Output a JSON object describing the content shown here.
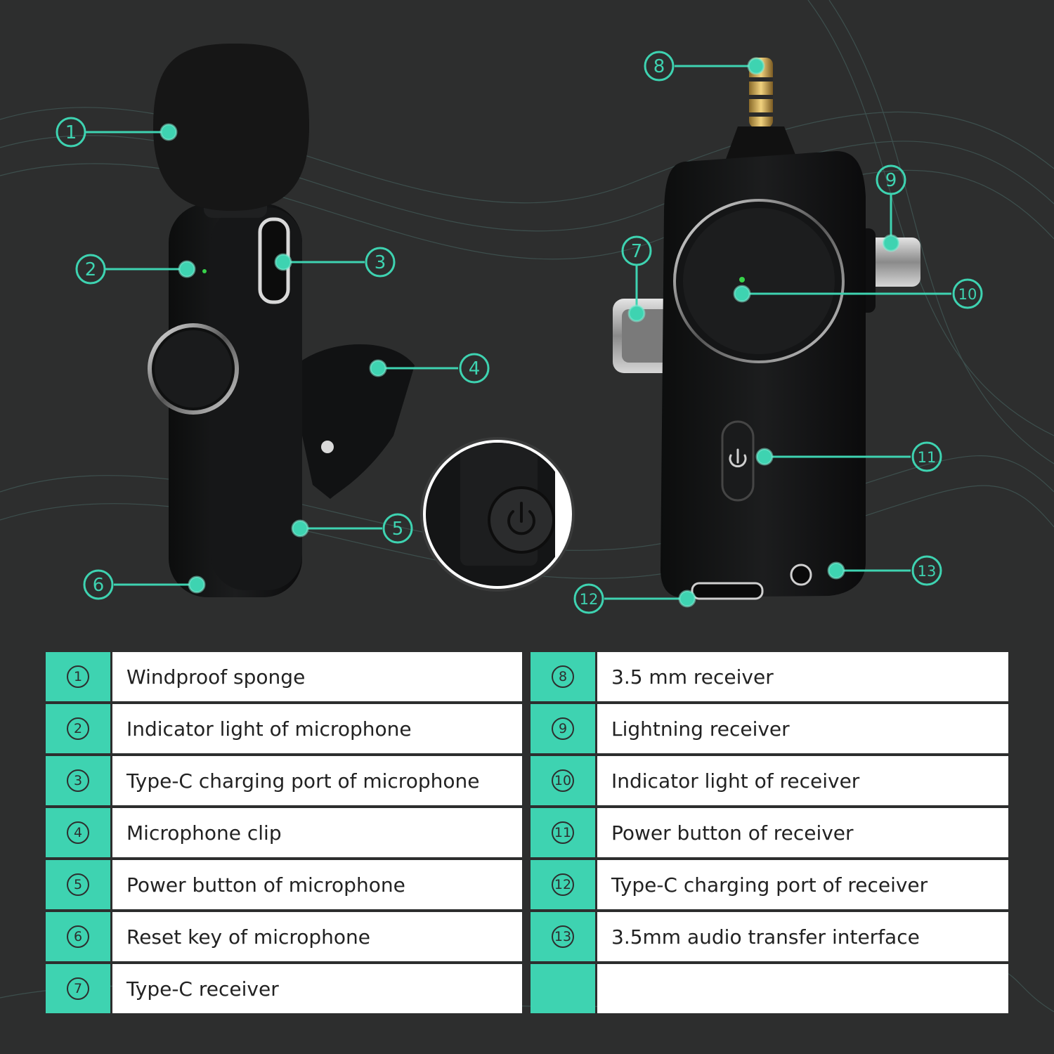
{
  "callouts": [
    "1",
    "2",
    "3",
    "4",
    "5",
    "6",
    "7",
    "8",
    "9",
    "10",
    "11",
    "12",
    "13"
  ],
  "legend_left": [
    {
      "num": "1",
      "label": "Windproof sponge"
    },
    {
      "num": "2",
      "label": "Indicator light of microphone"
    },
    {
      "num": "3",
      "label": "Type-C charging port of microphone"
    },
    {
      "num": "4",
      "label": "Microphone clip"
    },
    {
      "num": "5",
      "label": "Power button of microphone"
    },
    {
      "num": "6",
      "label": "Reset key of microphone"
    },
    {
      "num": "7",
      "label": "Type-C receiver"
    }
  ],
  "legend_right": [
    {
      "num": "8",
      "label": "3.5 mm receiver"
    },
    {
      "num": "9",
      "label": "Lightning receiver"
    },
    {
      "num": "10",
      "label": "Indicator light of receiver"
    },
    {
      "num": "11",
      "label": "Power button of receiver"
    },
    {
      "num": "12",
      "label": "Type-C charging port of receiver"
    },
    {
      "num": "13",
      "label": "3.5mm audio transfer interface"
    },
    {
      "num": "",
      "label": ""
    }
  ],
  "colors": {
    "accent": "#3ed3b1",
    "background": "#2d2e2e",
    "device": "#141515",
    "indicator": "#37d24a"
  }
}
